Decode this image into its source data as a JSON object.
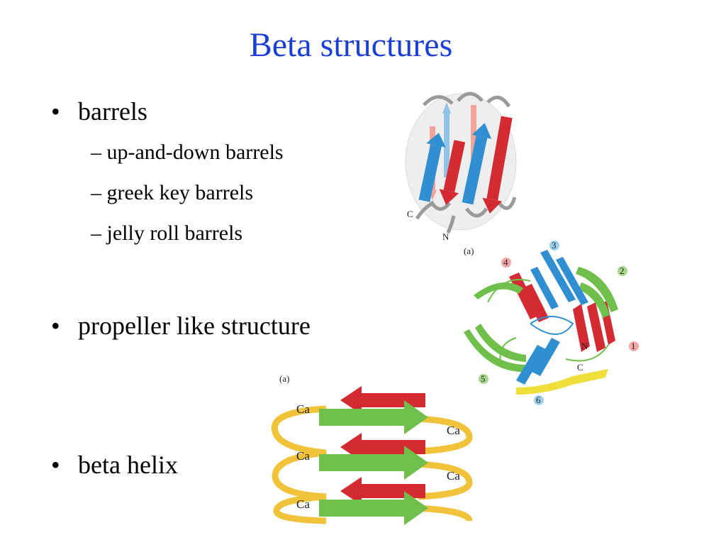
{
  "slide": {
    "title": "Beta structures",
    "bullets": [
      {
        "text": "barrels"
      },
      {
        "text": "propeller like structure"
      },
      {
        "text": "beta helix"
      }
    ],
    "sub_items": [
      "up-and-down barrels",
      "greek key barrels",
      "jelly roll barrels"
    ],
    "sub_dash": "–",
    "bullet_symbol": "•"
  },
  "figures": {
    "barrel": {
      "label_c": "C",
      "label_n": "N"
    },
    "propeller": {
      "panel_label": "(a)",
      "blade_numbers": [
        "1",
        "2",
        "3",
        "4",
        "5",
        "6"
      ],
      "label_n": "N",
      "label_c": "C"
    },
    "helix": {
      "panel_label": "(a)",
      "ca_label": "Ca"
    }
  },
  "colors": {
    "title": "#1a3fd6",
    "strand_red": "#d42a32",
    "strand_blue": "#2f8fd0",
    "strand_green": "#6fbf4a",
    "loop_yellow": "#f0c33a"
  }
}
